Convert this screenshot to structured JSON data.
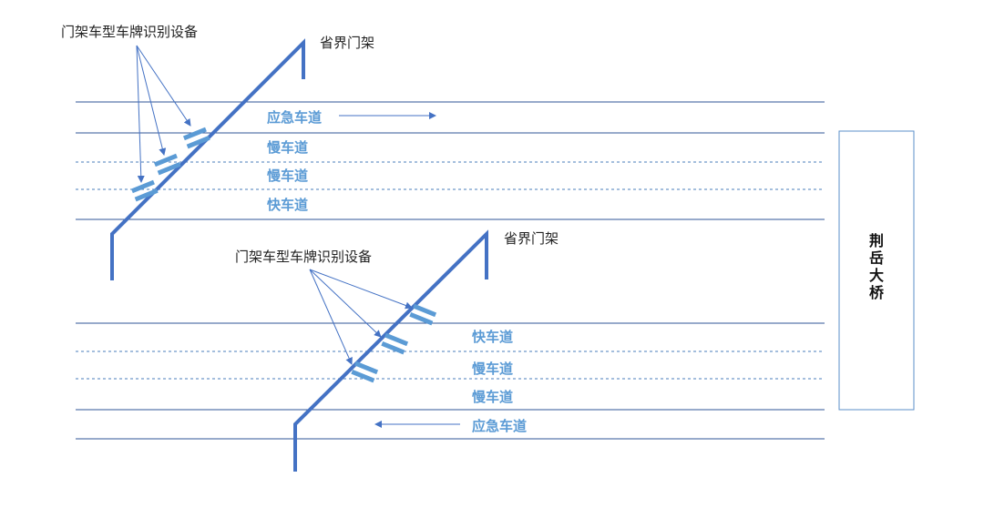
{
  "colors": {
    "gantry": "#4472c4",
    "lane_line": "#2f5597",
    "lane_dashed": "#4a7ebb",
    "device": "#5b9bd5",
    "lane_text": "#5b9bd5",
    "callout_text": "#222222",
    "bridge_border": "#5b8fc9"
  },
  "icons": {
    "device": "camera-device-icon",
    "arrow": "arrow-line-icon"
  },
  "top": {
    "gantry_label": "省界门架",
    "device_label": "门架车型车牌识别设备",
    "lanes": [
      "应急车道",
      "慢车道",
      "慢车道",
      "快车道"
    ]
  },
  "bottom": {
    "gantry_label": "省界门架",
    "device_label": "门架车型车牌识别设备",
    "lanes": [
      "快车道",
      "慢车道",
      "慢车道",
      "应急车道"
    ]
  },
  "bridge": {
    "name": "荆岳大桥"
  }
}
